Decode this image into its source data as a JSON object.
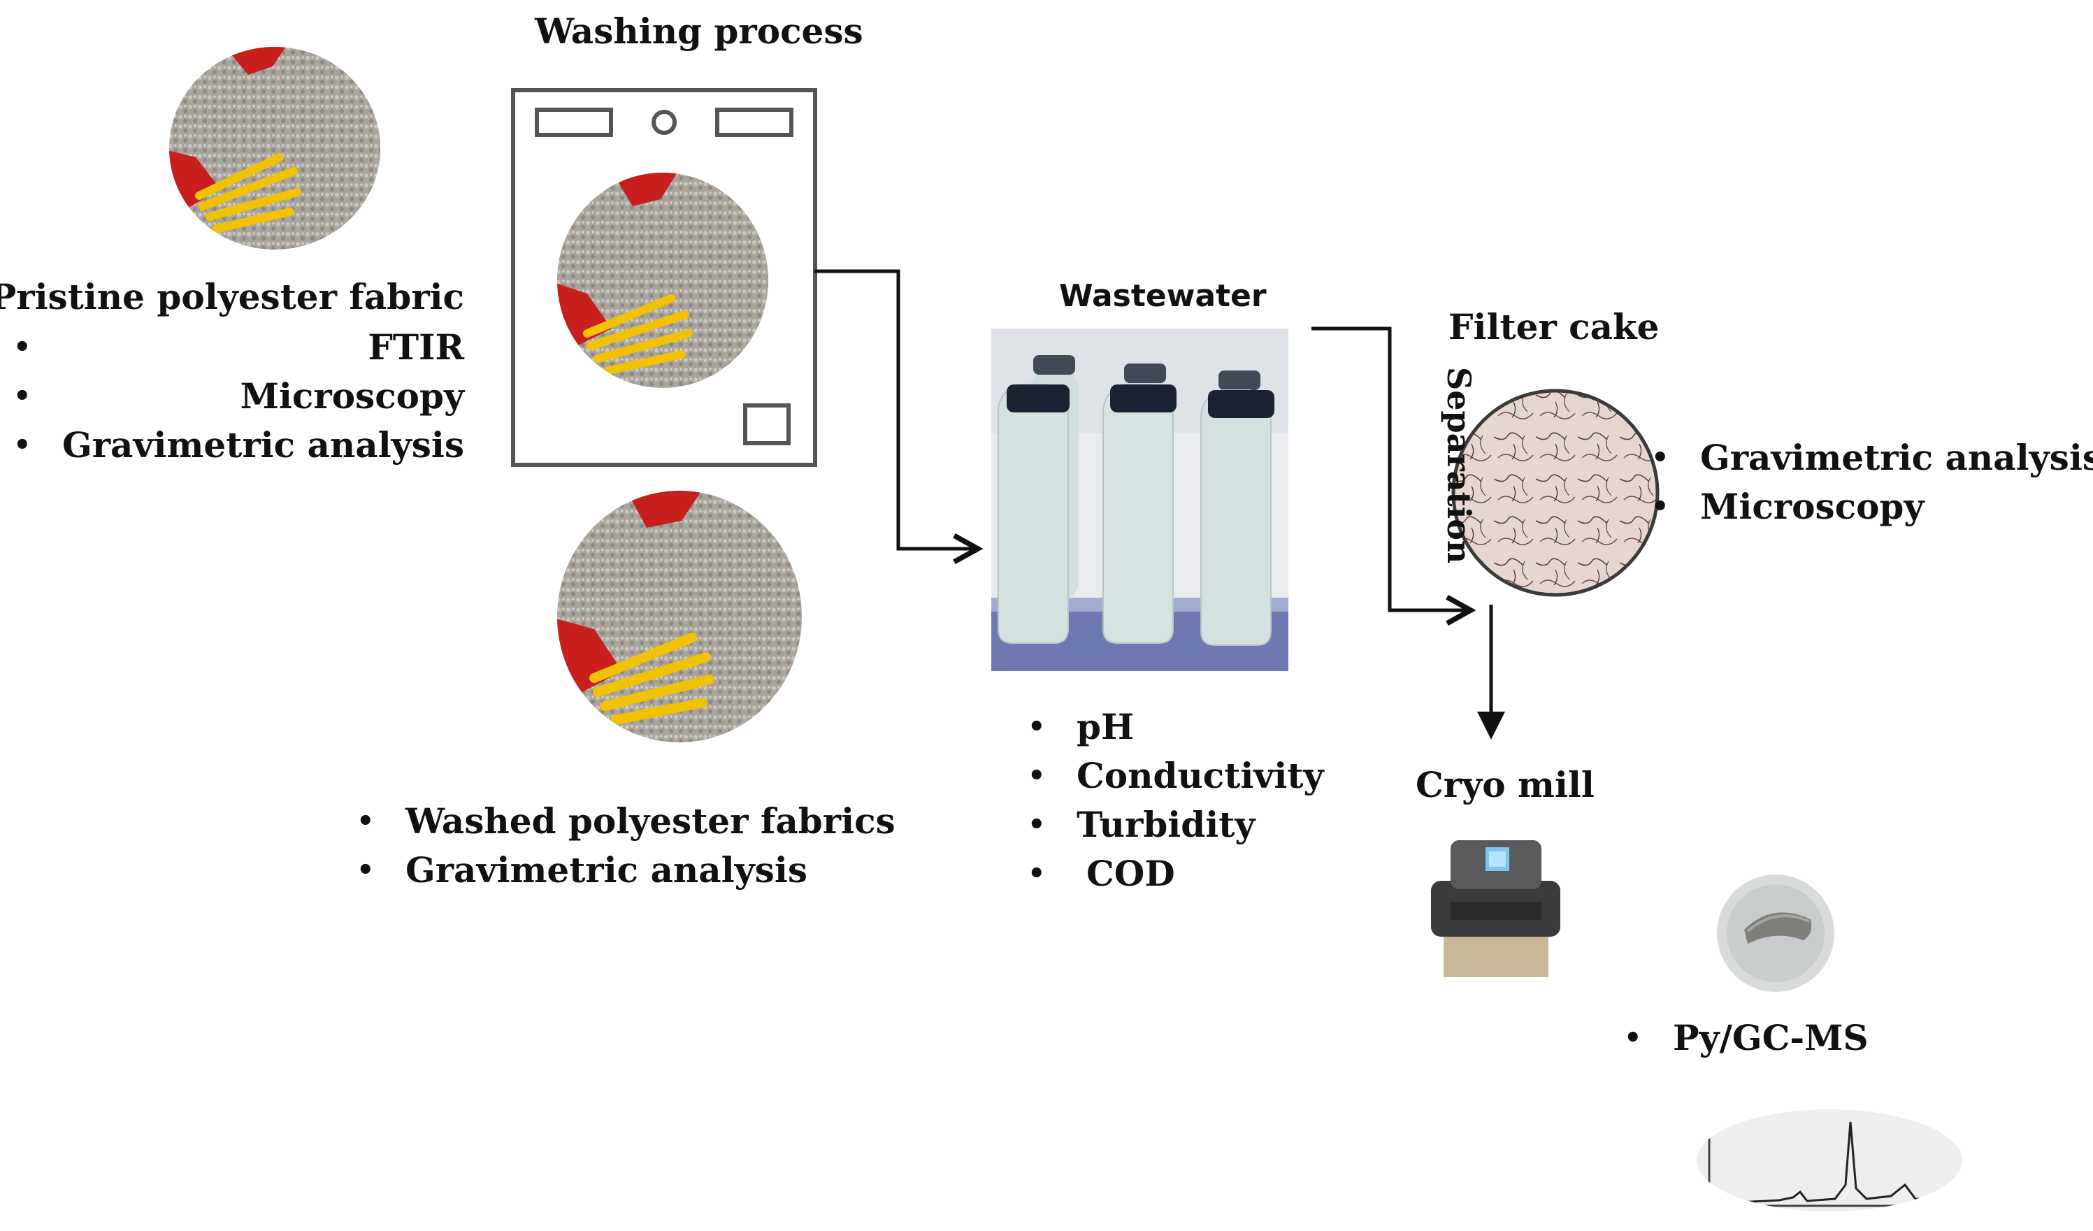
{
  "diagram": {
    "washing": {
      "title": "Washing process"
    },
    "pristine": {
      "title": "Pristine polyester fabric",
      "items": [
        "FTIR",
        "Microscopy",
        "Gravimetric analysis"
      ]
    },
    "washed": {
      "items": [
        "Washed polyester fabrics",
        "Gravimetric analysis"
      ]
    },
    "wastewater": {
      "title": "Wastewater",
      "items": [
        "pH",
        "Conductivity",
        "Turbidity",
        "COD"
      ]
    },
    "separation": {
      "label": "Separation"
    },
    "filter_cake": {
      "title": "Filter cake",
      "items": [
        "Gravimetric analysis",
        "Microscopy"
      ]
    },
    "cryo_mill": {
      "title": "Cryo mill"
    },
    "pygcms": {
      "items": [
        "Py/GC-MS"
      ]
    }
  },
  "colors": {
    "fabric_gray": "#a7a39b",
    "fabric_red": "#c81e1e",
    "fabric_yellow": "#f2c200",
    "filter_pink": "#e8d8d4",
    "water": "#d3e2e0",
    "cap": "#1d2233",
    "arrow": "#111111"
  }
}
